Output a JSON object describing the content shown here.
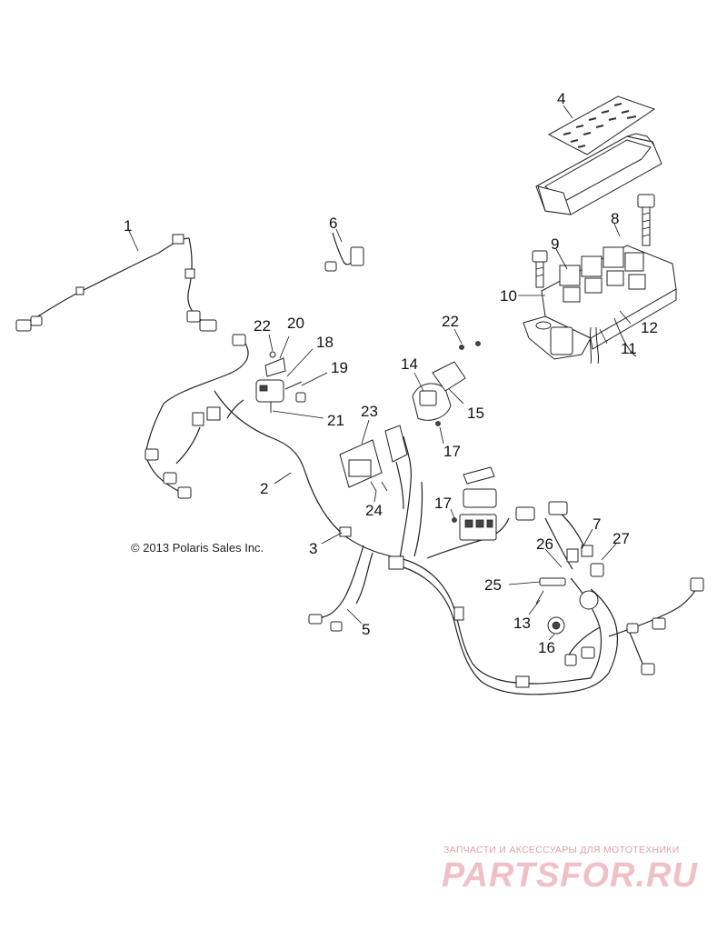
{
  "callouts": [
    {
      "id": "c4",
      "label": "4"
    },
    {
      "id": "c1",
      "label": "1"
    },
    {
      "id": "c6",
      "label": "6"
    },
    {
      "id": "c8",
      "label": "8"
    },
    {
      "id": "c9",
      "label": "9"
    },
    {
      "id": "c10",
      "label": "10"
    },
    {
      "id": "c22a",
      "label": "22"
    },
    {
      "id": "c20",
      "label": "20"
    },
    {
      "id": "c22b",
      "label": "22"
    },
    {
      "id": "c12",
      "label": "12"
    },
    {
      "id": "c18",
      "label": "18"
    },
    {
      "id": "c11",
      "label": "11"
    },
    {
      "id": "c19",
      "label": "19"
    },
    {
      "id": "c14",
      "label": "14"
    },
    {
      "id": "c15",
      "label": "15"
    },
    {
      "id": "c23",
      "label": "23"
    },
    {
      "id": "c21",
      "label": "21"
    },
    {
      "id": "c17a",
      "label": "17"
    },
    {
      "id": "c2",
      "label": "2"
    },
    {
      "id": "c24",
      "label": "24"
    },
    {
      "id": "c17b",
      "label": "17"
    },
    {
      "id": "c7",
      "label": "7"
    },
    {
      "id": "c27",
      "label": "27"
    },
    {
      "id": "c3",
      "label": "3"
    },
    {
      "id": "c26",
      "label": "26"
    },
    {
      "id": "c25",
      "label": "25"
    },
    {
      "id": "c5",
      "label": "5"
    },
    {
      "id": "c13",
      "label": "13"
    },
    {
      "id": "c16",
      "label": "16"
    }
  ],
  "copyright": "© 2013 Polaris Sales Inc.",
  "watermark": {
    "tagline": "ЗАПЧАСТИ И АКСЕССУАРЫ ДЛЯ МОТОТЕХНИКИ",
    "brand": "PARTSFOR.RU"
  },
  "colors": {
    "line": "#222222",
    "watermark": "#f0c0c7",
    "background": "#ffffff"
  }
}
